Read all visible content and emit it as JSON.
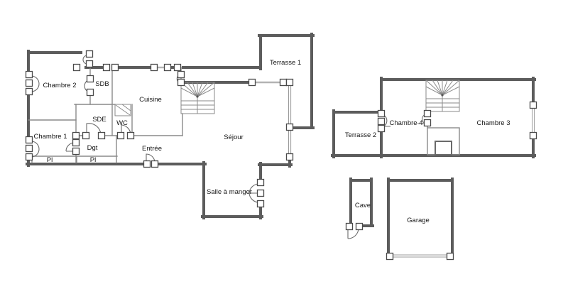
{
  "plan": {
    "kind": "architectural floor plan",
    "language": "fr"
  },
  "colors": {
    "background": "#ffffff",
    "exterior_wall": "#5c5c5c",
    "interior_wall": "#8a8a8a",
    "glazing": "#b3b3b3",
    "opening_marker_border": "#4a4a4a",
    "text": "#161616"
  },
  "labels": {
    "chambre_2": "Chambre 2",
    "chambre_1": "Chambre 1",
    "sdb": "SDB",
    "sde": "SDE",
    "wc": "WC",
    "cuisine": "Cuisine",
    "dgt": "Dgt",
    "pl_1": "Pl",
    "pl_2": "Pl",
    "entree": "Entrée",
    "sejour": "Séjour",
    "salle_a_manger": "Salle à manger",
    "terrasse_1": "Terrasse 1",
    "terrasse_2": "Terrasse 2",
    "chambre_4": "Chambre 4",
    "chambre_3": "Chambre 3",
    "cave": "Cave",
    "garage": "Garage"
  }
}
